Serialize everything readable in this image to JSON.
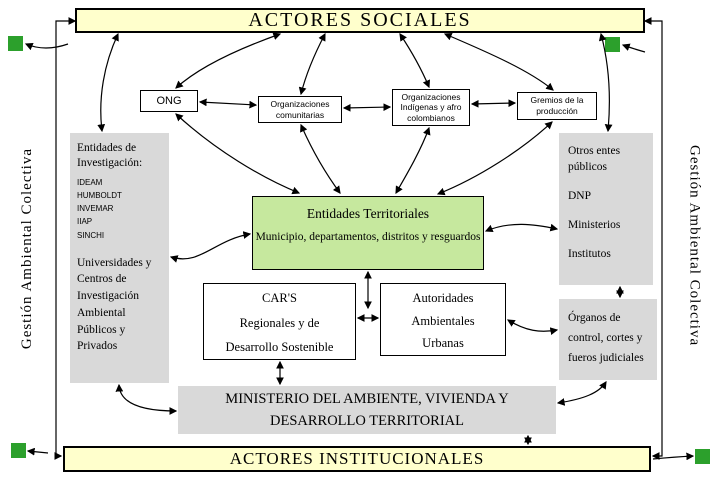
{
  "banners": {
    "top": "ACTORES SOCIALES",
    "bottom": "ACTORES INSTITUCIONALES"
  },
  "side_labels": {
    "left": "Gestión Ambiental Colectiva",
    "right": "Gestión Ambiental Colectiva"
  },
  "nodes": {
    "ong": {
      "label": "ONG"
    },
    "org_comunitarias": {
      "label": "Organizaciones comunitarias"
    },
    "org_indigenas": {
      "label": "Organizaciones Indígenas y afro colombianos"
    },
    "gremios": {
      "label": "Gremios de la producción"
    },
    "entidades_investigacion": {
      "title": "Entidades de Investigación:",
      "items": [
        "IDEAM",
        "HUMBOLDT",
        "INVEMAR",
        "IIAP",
        "SINCHI"
      ],
      "universidades": "Universidades y Centros de Investigación Ambiental Públicos y Privados"
    },
    "entidades_territoriales": {
      "title": "Entidades Territoriales",
      "subtitle": "Municipio, departamentos, distritos y resguardos"
    },
    "cars": {
      "lines": [
        "CAR'S",
        "Regionales y de",
        "Desarrollo Sostenible"
      ]
    },
    "autoridades": {
      "lines": [
        "Autoridades",
        "Ambientales",
        "Urbanas"
      ]
    },
    "otros_entes": {
      "lines": [
        "Otros entes",
        "públicos",
        "DNP",
        "Ministerios",
        "Institutos"
      ]
    },
    "organos_control": {
      "lines": [
        "Órganos de",
        "control, cortes y",
        "fueros judiciales"
      ]
    },
    "ministerio": {
      "label": "MINISTERIO DEL AMBIENTE, VIVIENDA Y DESARROLLO TERRITORIAL"
    }
  },
  "colors": {
    "banner_bg": "#ffffcc",
    "territorial_bg": "#c6e89e",
    "gray_bg": "#d9d9d9",
    "corner_square": "#2ca02c",
    "arrow": "#000000"
  }
}
